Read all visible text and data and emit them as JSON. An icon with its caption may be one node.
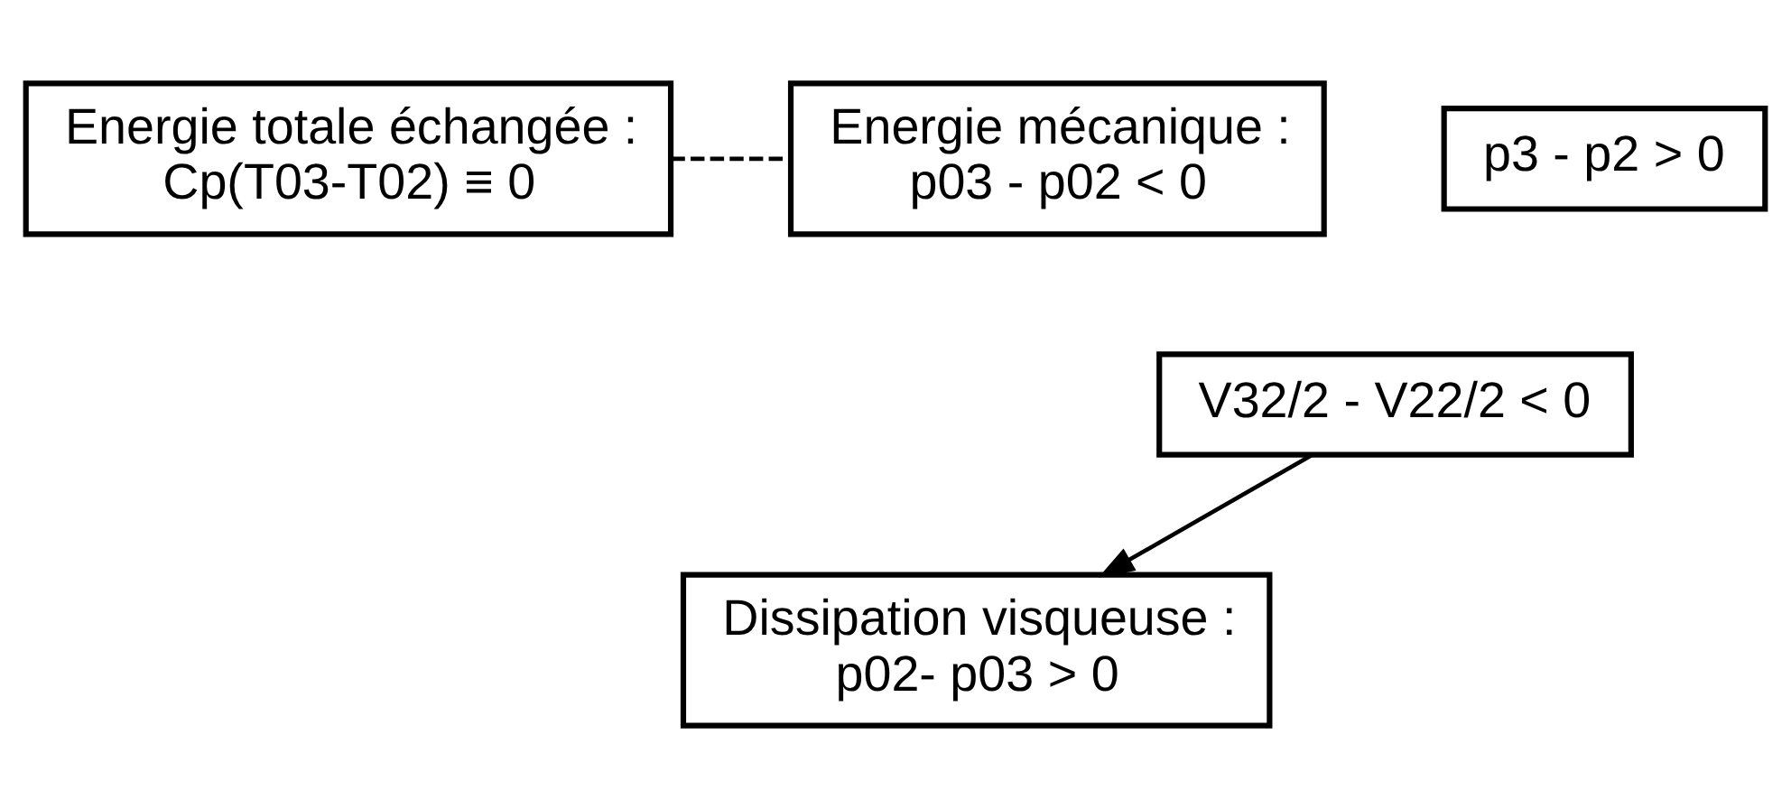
{
  "diagram": {
    "nodes": [
      {
        "text": [
          "Energie totale échangée :",
          "Cp(T03-T02) ≡ 0"
        ]
      },
      {
        "text": [
          "Energie mécanique :",
          "p03 - p02 < 0"
        ]
      },
      {
        "text": [
          "p3 - p2 > 0"
        ]
      },
      {
        "text": [
          "V32/2 - V22/2 < 0"
        ]
      },
      {
        "text": [
          "Dissipation visqueuse :",
          "p02- p03 > 0"
        ]
      }
    ],
    "edges": [
      {
        "from": 0,
        "to": 1,
        "arrow": "none",
        "style": "dashed"
      },
      {
        "from": 3,
        "to": 4,
        "arrow": "to"
      }
    ]
  }
}
